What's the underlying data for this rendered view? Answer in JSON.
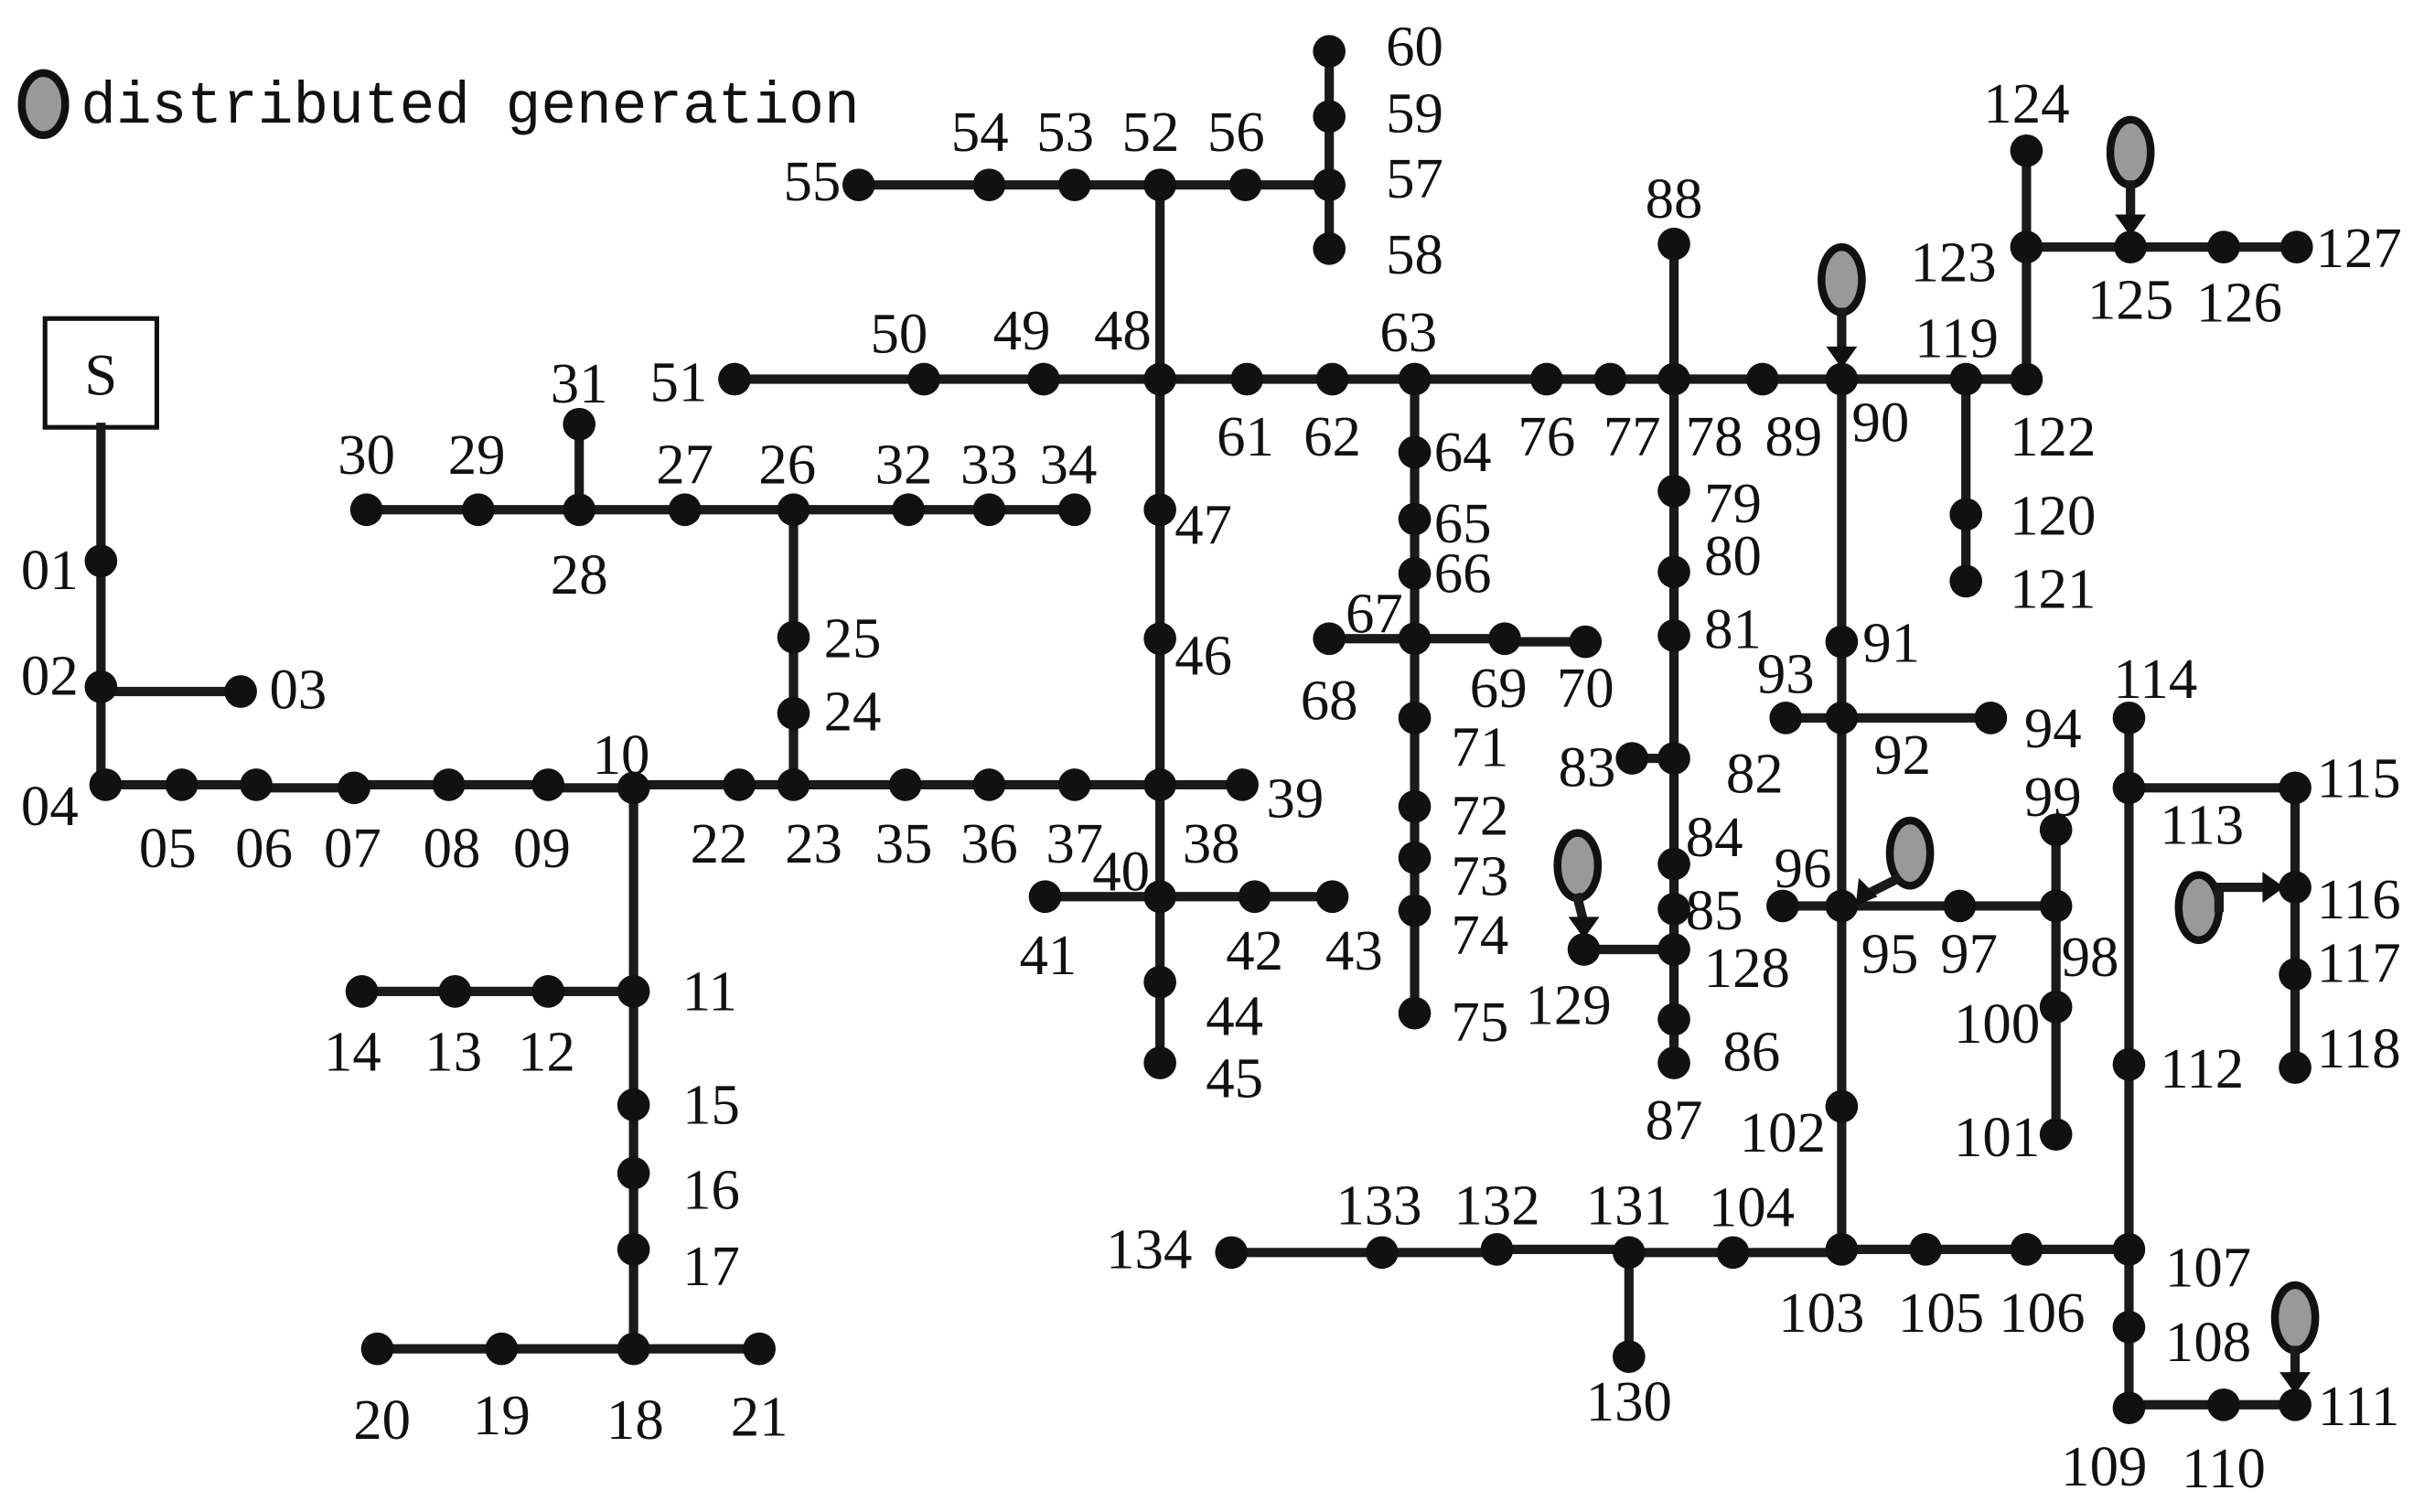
{
  "legend": {
    "label": "distributed generation"
  },
  "source": {
    "label": "S"
  },
  "colors": {
    "line": "#1a1a1a",
    "node": "#111111",
    "dg_fill": "#999999"
  },
  "nodes": [
    {
      "id": "01",
      "label": "01"
    },
    {
      "id": "02",
      "label": "02"
    },
    {
      "id": "03",
      "label": "03"
    },
    {
      "id": "04",
      "label": "04"
    },
    {
      "id": "05",
      "label": "05"
    },
    {
      "id": "06",
      "label": "06"
    },
    {
      "id": "07",
      "label": "07"
    },
    {
      "id": "08",
      "label": "08"
    },
    {
      "id": "09",
      "label": "09"
    },
    {
      "id": "10",
      "label": "10"
    },
    {
      "id": "11",
      "label": "11"
    },
    {
      "id": "12",
      "label": "12"
    },
    {
      "id": "13",
      "label": "13"
    },
    {
      "id": "14",
      "label": "14"
    },
    {
      "id": "15",
      "label": "15"
    },
    {
      "id": "16",
      "label": "16"
    },
    {
      "id": "17",
      "label": "17"
    },
    {
      "id": "18",
      "label": "18"
    },
    {
      "id": "19",
      "label": "19"
    },
    {
      "id": "20",
      "label": "20"
    },
    {
      "id": "21",
      "label": "21"
    },
    {
      "id": "22",
      "label": "22"
    },
    {
      "id": "23",
      "label": "23"
    },
    {
      "id": "24",
      "label": "24"
    },
    {
      "id": "25",
      "label": "25"
    },
    {
      "id": "26",
      "label": "26"
    },
    {
      "id": "27",
      "label": "27"
    },
    {
      "id": "28",
      "label": "28"
    },
    {
      "id": "29",
      "label": "29"
    },
    {
      "id": "30",
      "label": "30"
    },
    {
      "id": "31",
      "label": "31"
    },
    {
      "id": "32",
      "label": "32"
    },
    {
      "id": "33",
      "label": "33"
    },
    {
      "id": "34",
      "label": "34"
    },
    {
      "id": "35",
      "label": "35"
    },
    {
      "id": "36",
      "label": "36"
    },
    {
      "id": "37",
      "label": "37"
    },
    {
      "id": "38",
      "label": "38"
    },
    {
      "id": "39",
      "label": "39"
    },
    {
      "id": "40",
      "label": "40"
    },
    {
      "id": "41",
      "label": "41"
    },
    {
      "id": "42",
      "label": "42"
    },
    {
      "id": "43",
      "label": "43"
    },
    {
      "id": "44",
      "label": "44"
    },
    {
      "id": "45",
      "label": "45"
    },
    {
      "id": "46",
      "label": "46"
    },
    {
      "id": "47",
      "label": "47"
    },
    {
      "id": "48",
      "label": "48"
    },
    {
      "id": "49",
      "label": "49"
    },
    {
      "id": "50",
      "label": "50"
    },
    {
      "id": "51",
      "label": "51"
    },
    {
      "id": "52",
      "label": "52"
    },
    {
      "id": "53",
      "label": "53"
    },
    {
      "id": "54",
      "label": "54"
    },
    {
      "id": "55",
      "label": "55"
    },
    {
      "id": "56",
      "label": "56"
    },
    {
      "id": "57",
      "label": "57"
    },
    {
      "id": "58",
      "label": "58"
    },
    {
      "id": "59",
      "label": "59"
    },
    {
      "id": "60",
      "label": "60"
    },
    {
      "id": "61",
      "label": "61"
    },
    {
      "id": "62",
      "label": "62"
    },
    {
      "id": "63",
      "label": "63"
    },
    {
      "id": "64",
      "label": "64"
    },
    {
      "id": "65",
      "label": "65"
    },
    {
      "id": "66",
      "label": "66"
    },
    {
      "id": "67",
      "label": "67"
    },
    {
      "id": "68",
      "label": "68"
    },
    {
      "id": "69",
      "label": "69"
    },
    {
      "id": "70",
      "label": "70"
    },
    {
      "id": "71",
      "label": "71"
    },
    {
      "id": "72",
      "label": "72"
    },
    {
      "id": "73",
      "label": "73"
    },
    {
      "id": "74",
      "label": "74"
    },
    {
      "id": "75",
      "label": "75"
    },
    {
      "id": "76",
      "label": "76"
    },
    {
      "id": "77",
      "label": "77"
    },
    {
      "id": "78",
      "label": "78"
    },
    {
      "id": "79",
      "label": "79"
    },
    {
      "id": "80",
      "label": "80"
    },
    {
      "id": "81",
      "label": "81"
    },
    {
      "id": "82",
      "label": "82"
    },
    {
      "id": "83",
      "label": "83"
    },
    {
      "id": "84",
      "label": "84"
    },
    {
      "id": "85",
      "label": "85"
    },
    {
      "id": "86",
      "label": "86"
    },
    {
      "id": "87",
      "label": "87"
    },
    {
      "id": "88",
      "label": "88"
    },
    {
      "id": "89",
      "label": "89"
    },
    {
      "id": "90",
      "label": "90"
    },
    {
      "id": "91",
      "label": "91"
    },
    {
      "id": "92",
      "label": "92"
    },
    {
      "id": "93",
      "label": "93"
    },
    {
      "id": "94",
      "label": "94"
    },
    {
      "id": "95",
      "label": "95"
    },
    {
      "id": "96",
      "label": "96"
    },
    {
      "id": "97",
      "label": "97"
    },
    {
      "id": "98",
      "label": "98"
    },
    {
      "id": "99",
      "label": "99"
    },
    {
      "id": "100",
      "label": "100"
    },
    {
      "id": "101",
      "label": "101"
    },
    {
      "id": "102",
      "label": "102"
    },
    {
      "id": "103",
      "label": "103"
    },
    {
      "id": "104",
      "label": "104"
    },
    {
      "id": "105",
      "label": "105"
    },
    {
      "id": "106",
      "label": "106"
    },
    {
      "id": "107",
      "label": "107"
    },
    {
      "id": "108",
      "label": "108"
    },
    {
      "id": "109",
      "label": "109"
    },
    {
      "id": "110",
      "label": "110"
    },
    {
      "id": "111",
      "label": "111"
    },
    {
      "id": "112",
      "label": "112"
    },
    {
      "id": "113",
      "label": "113"
    },
    {
      "id": "114",
      "label": "114"
    },
    {
      "id": "115",
      "label": "115"
    },
    {
      "id": "116",
      "label": "116"
    },
    {
      "id": "117",
      "label": "117"
    },
    {
      "id": "118",
      "label": "118"
    },
    {
      "id": "119",
      "label": "119"
    },
    {
      "id": "120",
      "label": "120"
    },
    {
      "id": "121",
      "label": "121"
    },
    {
      "id": "122",
      "label": "122"
    },
    {
      "id": "123",
      "label": "123"
    },
    {
      "id": "124",
      "label": "124"
    },
    {
      "id": "125",
      "label": "125"
    },
    {
      "id": "126",
      "label": "126"
    },
    {
      "id": "127",
      "label": "127"
    },
    {
      "id": "128",
      "label": "128"
    },
    {
      "id": "129",
      "label": "129"
    },
    {
      "id": "130",
      "label": "130"
    },
    {
      "id": "131",
      "label": "131"
    },
    {
      "id": "132",
      "label": "132"
    },
    {
      "id": "133",
      "label": "133"
    },
    {
      "id": "134",
      "label": "134"
    }
  ],
  "edges": [
    [
      "S",
      "01"
    ],
    [
      "01",
      "02"
    ],
    [
      "02",
      "03"
    ],
    [
      "02",
      "04"
    ],
    [
      "04",
      "05"
    ],
    [
      "05",
      "06"
    ],
    [
      "06",
      "07"
    ],
    [
      "07",
      "08"
    ],
    [
      "08",
      "09"
    ],
    [
      "09",
      "10"
    ],
    [
      "10",
      "22"
    ],
    [
      "22",
      "23"
    ],
    [
      "23",
      "35"
    ],
    [
      "35",
      "36"
    ],
    [
      "36",
      "37"
    ],
    [
      "37",
      "38"
    ],
    [
      "38",
      "39"
    ],
    [
      "23",
      "24"
    ],
    [
      "24",
      "25"
    ],
    [
      "25",
      "26"
    ],
    [
      "26",
      "27"
    ],
    [
      "27",
      "28"
    ],
    [
      "28",
      "29"
    ],
    [
      "29",
      "30"
    ],
    [
      "28",
      "31"
    ],
    [
      "26",
      "32"
    ],
    [
      "32",
      "33"
    ],
    [
      "33",
      "34"
    ],
    [
      "10",
      "11"
    ],
    [
      "11",
      "12"
    ],
    [
      "12",
      "13"
    ],
    [
      "13",
      "14"
    ],
    [
      "11",
      "15"
    ],
    [
      "15",
      "16"
    ],
    [
      "16",
      "17"
    ],
    [
      "17",
      "18"
    ],
    [
      "18",
      "19"
    ],
    [
      "19",
      "20"
    ],
    [
      "18",
      "21"
    ],
    [
      "38",
      "40"
    ],
    [
      "40",
      "41"
    ],
    [
      "40",
      "42"
    ],
    [
      "42",
      "43"
    ],
    [
      "40",
      "44"
    ],
    [
      "44",
      "45"
    ],
    [
      "38",
      "46"
    ],
    [
      "46",
      "47"
    ],
    [
      "47",
      "48"
    ],
    [
      "48",
      "49"
    ],
    [
      "49",
      "50"
    ],
    [
      "50",
      "51"
    ],
    [
      "48",
      "52"
    ],
    [
      "52",
      "53"
    ],
    [
      "53",
      "54"
    ],
    [
      "54",
      "55"
    ],
    [
      "52",
      "56"
    ],
    [
      "56",
      "57"
    ],
    [
      "57",
      "58"
    ],
    [
      "57",
      "59"
    ],
    [
      "59",
      "60"
    ],
    [
      "48",
      "61"
    ],
    [
      "61",
      "62"
    ],
    [
      "62",
      "63"
    ],
    [
      "63",
      "64"
    ],
    [
      "64",
      "65"
    ],
    [
      "65",
      "66"
    ],
    [
      "66",
      "67"
    ],
    [
      "67",
      "68"
    ],
    [
      "67",
      "69"
    ],
    [
      "69",
      "70"
    ],
    [
      "67",
      "71"
    ],
    [
      "71",
      "72"
    ],
    [
      "72",
      "73"
    ],
    [
      "73",
      "74"
    ],
    [
      "74",
      "75"
    ],
    [
      "63",
      "76"
    ],
    [
      "76",
      "77"
    ],
    [
      "77",
      "78"
    ],
    [
      "78",
      "88"
    ],
    [
      "78",
      "79"
    ],
    [
      "79",
      "80"
    ],
    [
      "80",
      "81"
    ],
    [
      "81",
      "82"
    ],
    [
      "82",
      "83"
    ],
    [
      "82",
      "84"
    ],
    [
      "84",
      "85"
    ],
    [
      "85",
      "128"
    ],
    [
      "128",
      "129"
    ],
    [
      "128",
      "86"
    ],
    [
      "86",
      "87"
    ],
    [
      "78",
      "89"
    ],
    [
      "89",
      "90"
    ],
    [
      "90",
      "91"
    ],
    [
      "91",
      "92"
    ],
    [
      "92",
      "93"
    ],
    [
      "92",
      "94"
    ],
    [
      "92",
      "95"
    ],
    [
      "95",
      "96"
    ],
    [
      "95",
      "97"
    ],
    [
      "97",
      "98"
    ],
    [
      "98",
      "99"
    ],
    [
      "98",
      "100"
    ],
    [
      "100",
      "101"
    ],
    [
      "95",
      "102"
    ],
    [
      "102",
      "103"
    ],
    [
      "103",
      "104"
    ],
    [
      "104",
      "131"
    ],
    [
      "131",
      "130"
    ],
    [
      "131",
      "132"
    ],
    [
      "132",
      "133"
    ],
    [
      "133",
      "134"
    ],
    [
      "103",
      "105"
    ],
    [
      "105",
      "106"
    ],
    [
      "106",
      "107"
    ],
    [
      "107",
      "108"
    ],
    [
      "108",
      "109"
    ],
    [
      "109",
      "110"
    ],
    [
      "110",
      "111"
    ],
    [
      "107",
      "112"
    ],
    [
      "112",
      "113"
    ],
    [
      "113",
      "114"
    ],
    [
      "113",
      "115"
    ],
    [
      "115",
      "116"
    ],
    [
      "116",
      "117"
    ],
    [
      "117",
      "118"
    ],
    [
      "90",
      "119"
    ],
    [
      "119",
      "120"
    ],
    [
      "120",
      "121"
    ],
    [
      "119",
      "122"
    ],
    [
      "122",
      "123"
    ],
    [
      "123",
      "124"
    ],
    [
      "123",
      "125"
    ],
    [
      "125",
      "126"
    ],
    [
      "126",
      "127"
    ]
  ],
  "dg_units": [
    {
      "name": "dg-90"
    },
    {
      "name": "dg-125"
    },
    {
      "name": "dg-95"
    },
    {
      "name": "dg-129"
    },
    {
      "name": "dg-116"
    },
    {
      "name": "dg-111"
    }
  ]
}
